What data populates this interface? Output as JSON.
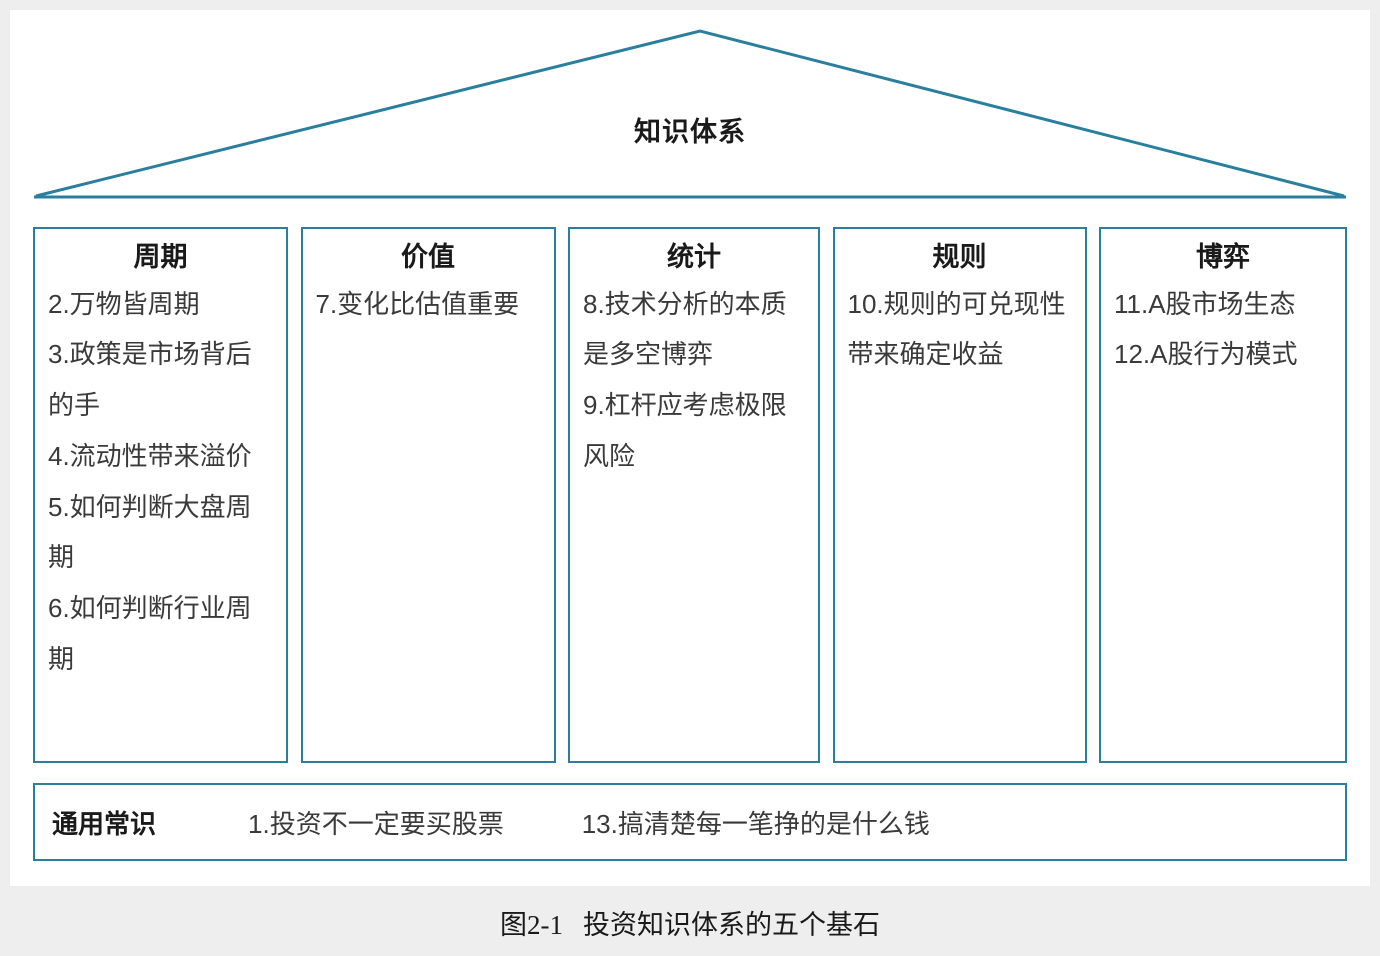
{
  "roof": {
    "label": "知识体系"
  },
  "columns": [
    {
      "title": "周期",
      "items": [
        "2.万物皆周期",
        "3.政策是市场背后的手",
        "4.流动性带来溢价",
        "5.如何判断大盘周期",
        "6.如何判断行业周期"
      ]
    },
    {
      "title": "价值",
      "items": [
        "7.变化比估值重要"
      ]
    },
    {
      "title": "统计",
      "items": [
        "8.技术分析的本质是多空博弈",
        "9.杠杆应考虑极限风险"
      ]
    },
    {
      "title": "规则",
      "items": [
        "10.规则的可兑现性带来确定收益"
      ]
    },
    {
      "title": "博弈",
      "items": [
        "11.A股市场生态",
        "12.A股行为模式"
      ]
    }
  ],
  "foundation": {
    "label": "通用常识",
    "items": [
      "1.投资不一定要买股票",
      "13.搞清楚每一笔挣的是什么钱"
    ]
  },
  "caption": {
    "number": "图2-1",
    "text": "投资知识体系的五个基石"
  },
  "colors": {
    "outline": "#2a7f9e",
    "page_background": "#eeeeee",
    "paper": "#ffffff",
    "title_text": "#1a1a1a",
    "body_text": "#3a3a3a"
  }
}
